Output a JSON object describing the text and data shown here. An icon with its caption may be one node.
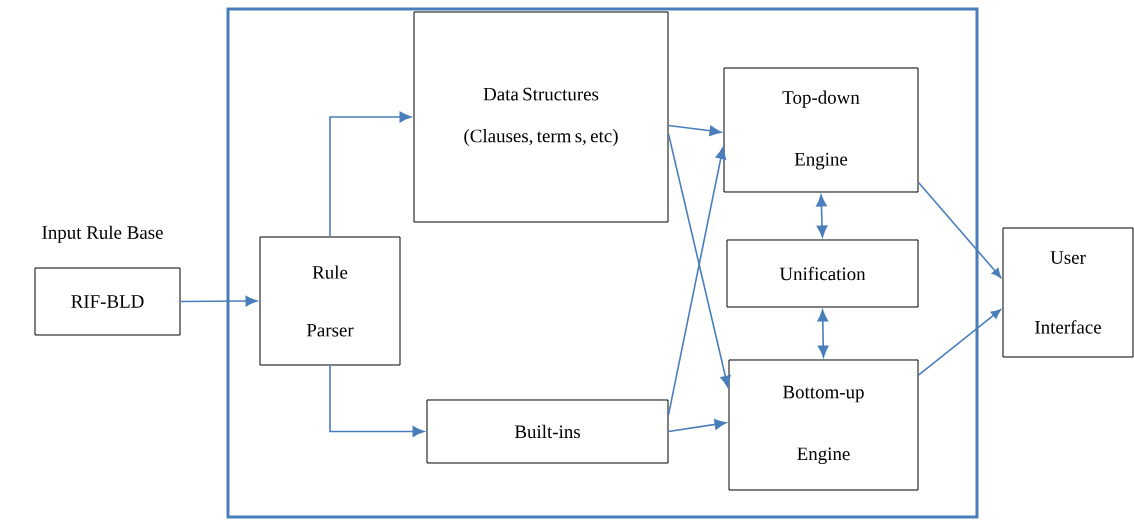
{
  "diagram": {
    "nodes": [
      {
        "text": [],
        "shape": "box"
      },
      {
        "text": [
          "RIF-BLD"
        ],
        "beside": [
          "Input Rule Base"
        ]
      },
      {
        "text": [
          "Rule Parser"
        ],
        "in": 0
      },
      {
        "text": [
          "Data Structures (Clauses, term s, etc)"
        ],
        "in": 0
      },
      {
        "text": [
          "Built-ins"
        ],
        "in": 0
      },
      {
        "text": [
          "Top-down Engine"
        ],
        "in": 0
      },
      {
        "text": [
          "Unification"
        ],
        "in": 0
      },
      {
        "text": [
          "Bottom-up Engine"
        ],
        "in": 0
      },
      {
        "text": [
          "User Interface"
        ]
      }
    ],
    "edges": [
      {
        "from": 1,
        "to": 2,
        "arrow": "to"
      },
      {
        "from": 2,
        "to": 3,
        "arrow": "to"
      },
      {
        "from": 2,
        "to": 4,
        "arrow": "to"
      },
      {
        "from": 3,
        "to": 5,
        "arrow": "to"
      },
      {
        "from": 3,
        "to": 7,
        "arrow": "to"
      },
      {
        "from": 4,
        "to": 5,
        "arrow": "to"
      },
      {
        "from": 4,
        "to": 7,
        "arrow": "to"
      },
      {
        "from": 5,
        "to": 6,
        "arrow": "both"
      },
      {
        "from": 6,
        "to": 7,
        "arrow": "both"
      },
      {
        "from": 5,
        "to": 8,
        "arrow": "to"
      },
      {
        "from": 7,
        "to": 8,
        "arrow": "to"
      }
    ]
  }
}
